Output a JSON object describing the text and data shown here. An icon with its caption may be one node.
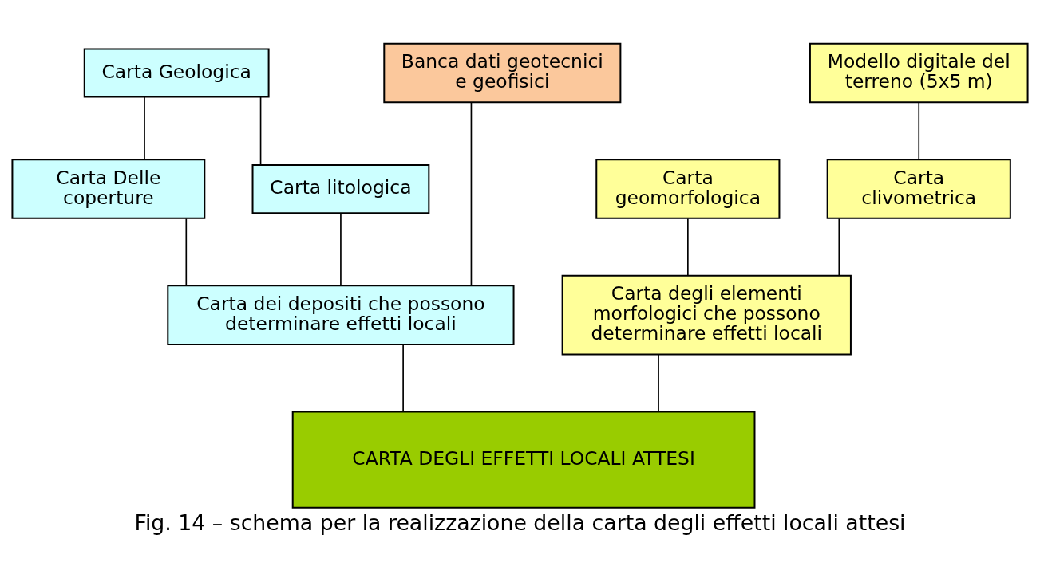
{
  "diagram": {
    "caption": "Fig. 14 – schema per la realizzazione della carta degli effetti locali attesi",
    "nodes": [
      {
        "text": [
          "Carta Geologica"
        ]
      },
      {
        "text": [
          "Banca dati geotecnici e geofisici"
        ]
      },
      {
        "text": [
          "Modello digitale del terreno (5x5 m)"
        ]
      },
      {
        "text": [
          "Carta litologica"
        ]
      },
      {
        "text": [
          "Carta Delle coperture"
        ]
      },
      {
        "text": [
          "Carta clivometrica"
        ]
      },
      {
        "text": [
          "Carta geomorfologica"
        ]
      },
      {
        "text": [
          "Carta dei depositi che possono determinare effetti locali"
        ]
      },
      {
        "text": [
          "Carta degli elementi morfologici che possono determinare effetti locali"
        ]
      },
      {
        "text": [
          "CARTA DEGLI EFFETTI LOCALI ATTESI"
        ]
      }
    ],
    "edges": [
      {
        "from": 0,
        "to": 3,
        "arrow": "none"
      },
      {
        "from": 0,
        "to": 4,
        "arrow": "none"
      },
      {
        "from": 3,
        "to": 7,
        "arrow": "none"
      },
      {
        "from": 4,
        "to": 7,
        "arrow": "none"
      },
      {
        "from": 1,
        "to": 7,
        "arrow": "none"
      },
      {
        "from": 2,
        "to": 5,
        "arrow": "none"
      },
      {
        "from": 5,
        "to": 8,
        "arrow": "none"
      },
      {
        "from": 6,
        "to": 8,
        "arrow": "none"
      },
      {
        "from": 7,
        "to": 9,
        "arrow": "none"
      },
      {
        "from": 8,
        "to": 9,
        "arrow": "none"
      }
    ]
  }
}
